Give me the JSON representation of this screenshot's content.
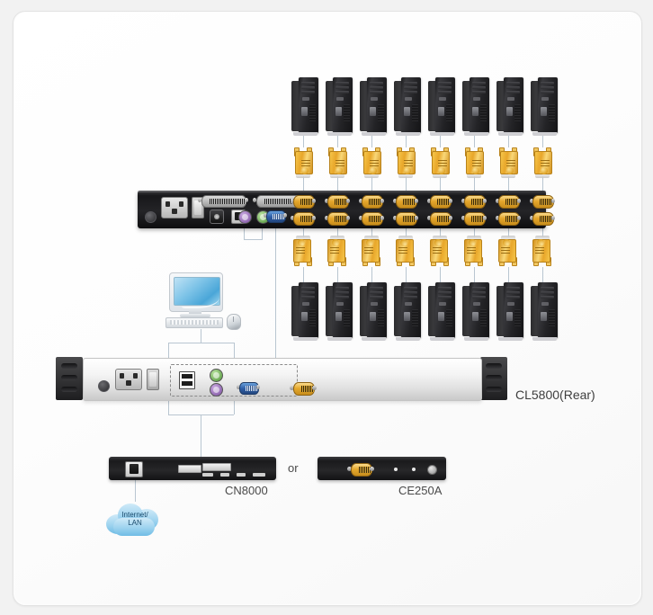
{
  "diagram": {
    "title": "ATEN CL5800 KVM Connection Diagram",
    "background_color": "#f2f2f2",
    "panel_color": "#fdfdfd",
    "wire_color": "#b9c6d1"
  },
  "labels": {
    "cl5800": "CL5800(Rear)",
    "cn8000": "CN8000",
    "ce250a": "CE250A",
    "or": "or",
    "cloud_line1": "Internet/",
    "cloud_line2": "LAN"
  },
  "computers": {
    "top_row_count": 8,
    "bottom_row_count": 8,
    "adapter_top_count": 8,
    "adapter_bottom_count": 8,
    "device_name": "tower-pc",
    "adapter_name": "kvm-adapter-cable"
  },
  "kvm_switch": {
    "name": "kvm-switch-rear",
    "port_rows": 2,
    "ports_per_row": 8,
    "rear_ports": [
      {
        "name": "grounding-screw",
        "color": "#2a2a2d"
      },
      {
        "name": "power-inlet-iec",
        "color": "#e8e8e8"
      },
      {
        "name": "power-rocker-switch",
        "color": "#dcdcdc"
      },
      {
        "name": "dc-power-jack",
        "color": "#111111"
      },
      {
        "name": "rj45-port",
        "color": "#1a1a1a"
      },
      {
        "name": "db25-connector-1",
        "color": "#9b9b9b"
      },
      {
        "name": "db25-connector-2",
        "color": "#9b9b9b"
      },
      {
        "name": "ps2-keyboard-port",
        "color": "#7b4fa0"
      },
      {
        "name": "ps2-mouse-port",
        "color": "#4e9437"
      },
      {
        "name": "vga-console-port",
        "color": "#2f5fa8"
      }
    ]
  },
  "cl5800_rear": {
    "name": "cl5800-rear-chassis",
    "ports": [
      {
        "name": "grounding-screw",
        "color": "#2a2a2d"
      },
      {
        "name": "power-inlet-iec",
        "color": "#e8e8e8"
      },
      {
        "name": "power-rocker-switch",
        "color": "#dcdcdc"
      },
      {
        "name": "usb-port-pair",
        "color": "#1d1d1d"
      },
      {
        "name": "ps2-mouse-port",
        "color": "#4e9437"
      },
      {
        "name": "ps2-keyboard-port",
        "color": "#7b4fa0"
      },
      {
        "name": "vga-port",
        "color": "#2f5fa8"
      },
      {
        "name": "kvm-in-vga-port",
        "color": "#e5a92e"
      }
    ],
    "console_dashed_group": "external-console-port-group"
  },
  "console": {
    "name": "local-console",
    "parts": [
      "lcd-monitor",
      "keyboard",
      "mouse"
    ],
    "screen_color": "#7fc4e8"
  },
  "cn8000": {
    "name": "cn8000-kvm-over-ip",
    "ports": [
      "rj45-lan-port",
      "label-tag-1",
      "label-tag-2",
      "led-1",
      "led-2",
      "led-3",
      "led-4"
    ]
  },
  "ce250a": {
    "name": "ce250a-kvm-extender",
    "ports": [
      "vga-port",
      "led-1",
      "led-2",
      "reset-button"
    ]
  }
}
